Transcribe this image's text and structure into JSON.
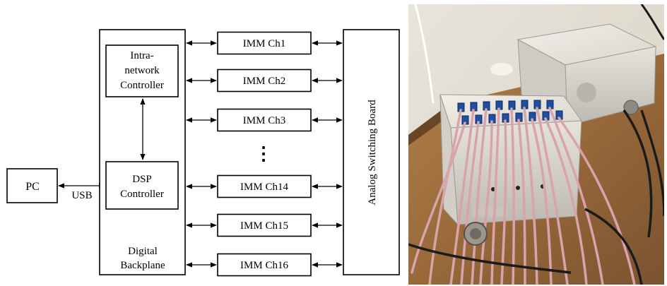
{
  "diagram": {
    "pc_label": "PC",
    "usb_label": "USB",
    "intranet_controller": [
      "Intra-",
      "network",
      "Controller"
    ],
    "dsp_controller": [
      "DSP",
      "Controller"
    ],
    "backplane": [
      "Digital",
      "Backplane"
    ],
    "channels_top": [
      "IMM Ch1",
      "IMM Ch2",
      "IMM Ch3"
    ],
    "ellipsis": "⋮",
    "channels_bottom": [
      "IMM Ch14",
      "IMM Ch15",
      "IMM Ch16"
    ],
    "switching_board": "Analog Switching Board"
  },
  "colors": {
    "line": "#000000",
    "box_fill": "#ffffff"
  }
}
